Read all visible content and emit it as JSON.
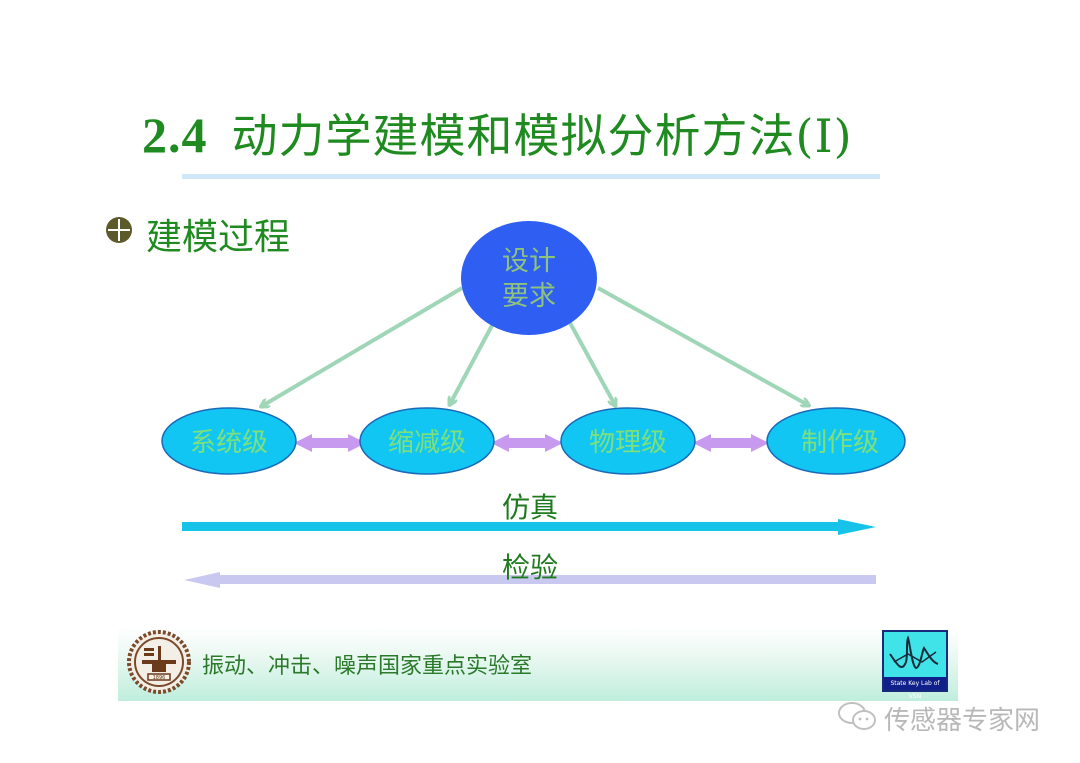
{
  "slide": {
    "section_number": "2.4",
    "title": "动力学建模和模拟分析方法(Ⅰ)",
    "bullet": "建模过程"
  },
  "diagram": {
    "top_node": {
      "line1": "设计",
      "line2": "要求"
    },
    "levels": [
      "系统级",
      "缩减级",
      "物理级",
      "制作级"
    ],
    "flows": {
      "forward": "仿真",
      "backward": "检验"
    }
  },
  "footer": {
    "lab_name": "振动、冲击、噪声国家重点实验室",
    "left_logo_year": "1896",
    "right_logo_caption": "State Key Lab of VSN"
  },
  "watermark": {
    "text": "传感器专家网"
  },
  "colors": {
    "title_green": "#1f8a1f",
    "top_node_blue": "#2e5ef2",
    "level_node_cyan": "#11c6f3",
    "connector_green": "#9fd6b8",
    "bidir_purple": "#c79af0",
    "forward_arrow": "#17c3e8",
    "backward_arrow": "#c8c8f0"
  }
}
